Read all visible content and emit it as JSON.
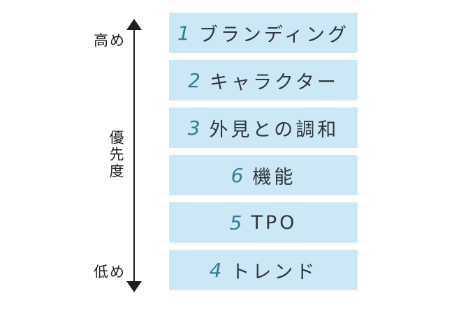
{
  "axis": {
    "top_label": "高め",
    "middle_label": "優先度",
    "bottom_label": "低め"
  },
  "items": [
    {
      "number": "1",
      "label": "ブランディング"
    },
    {
      "number": "2",
      "label": "キャラクター"
    },
    {
      "number": "3",
      "label": "外見との調和"
    },
    {
      "number": "6",
      "label": "機能"
    },
    {
      "number": "5",
      "label": "TPO"
    },
    {
      "number": "4",
      "label": "トレンド"
    }
  ],
  "colors": {
    "box_bg": "#cce8f6",
    "number": "#337c95",
    "text": "#30363b",
    "arrow": "#1f1f1f",
    "label": "#1f1f1f"
  }
}
